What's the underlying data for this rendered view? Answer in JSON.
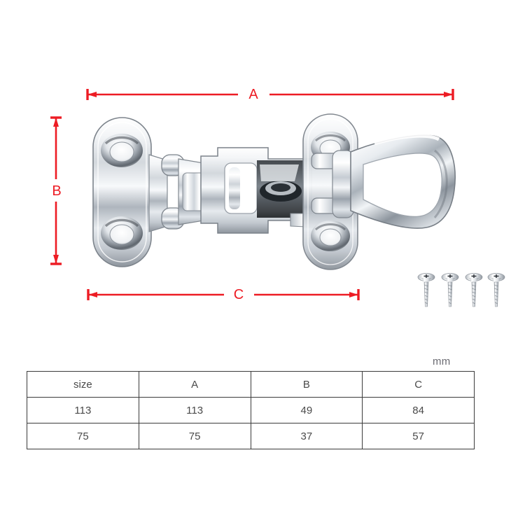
{
  "dimensions": {
    "unit": "mm",
    "annotations": [
      {
        "id": "A",
        "label": "A",
        "orientation": "horizontal",
        "description": "overall length"
      },
      {
        "id": "B",
        "label": "B",
        "orientation": "vertical",
        "description": "overall height"
      },
      {
        "id": "C",
        "label": "C",
        "orientation": "horizontal",
        "description": "mounting hole span"
      }
    ],
    "line_color": "#ed1c24"
  },
  "product": {
    "name": "stainless-steel-anti-rattle-latch",
    "finish_color": "#cfd4d9",
    "parts": [
      "left-mounting-plate",
      "hinge-linkage",
      "hasp-body",
      "right-keeper-plate",
      "pull-handle"
    ],
    "screws": {
      "count": 4,
      "type": "countersunk-phillips-self-tapping",
      "color": "#c9ccd1"
    }
  },
  "spec_table": {
    "headers": [
      "size",
      "A",
      "B",
      "C"
    ],
    "rows": [
      [
        "113",
        "113",
        "49",
        "84"
      ],
      [
        "75",
        "75",
        "37",
        "57"
      ]
    ]
  }
}
